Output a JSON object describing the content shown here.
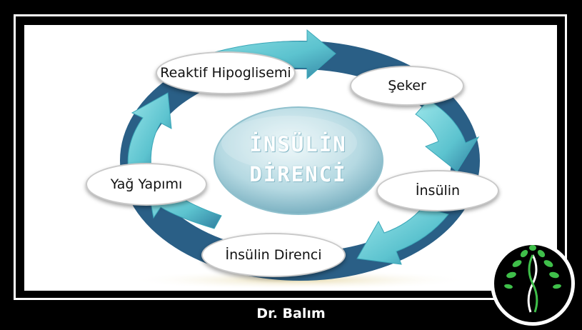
{
  "center": {
    "line1": "İNSÜLİN",
    "line2": "DİRENCİ"
  },
  "nodes": {
    "reaktif": "Reaktif Hipoglisemi",
    "seker": "Şeker",
    "insulin": "İnsülin",
    "direnc": "İnsülin Direnci",
    "yag": "Yağ Yapımı"
  },
  "footer": "Dr. Balım",
  "colors": {
    "arrow_light": "#7fd6dc",
    "arrow_dark": "#2a5f86",
    "center_light": "#d9eef3",
    "center_dark": "#7fb8c8",
    "logo_green": "#3fbf4a"
  },
  "icons": [
    "cycle-arrows",
    "dna-tree-logo-icon"
  ]
}
